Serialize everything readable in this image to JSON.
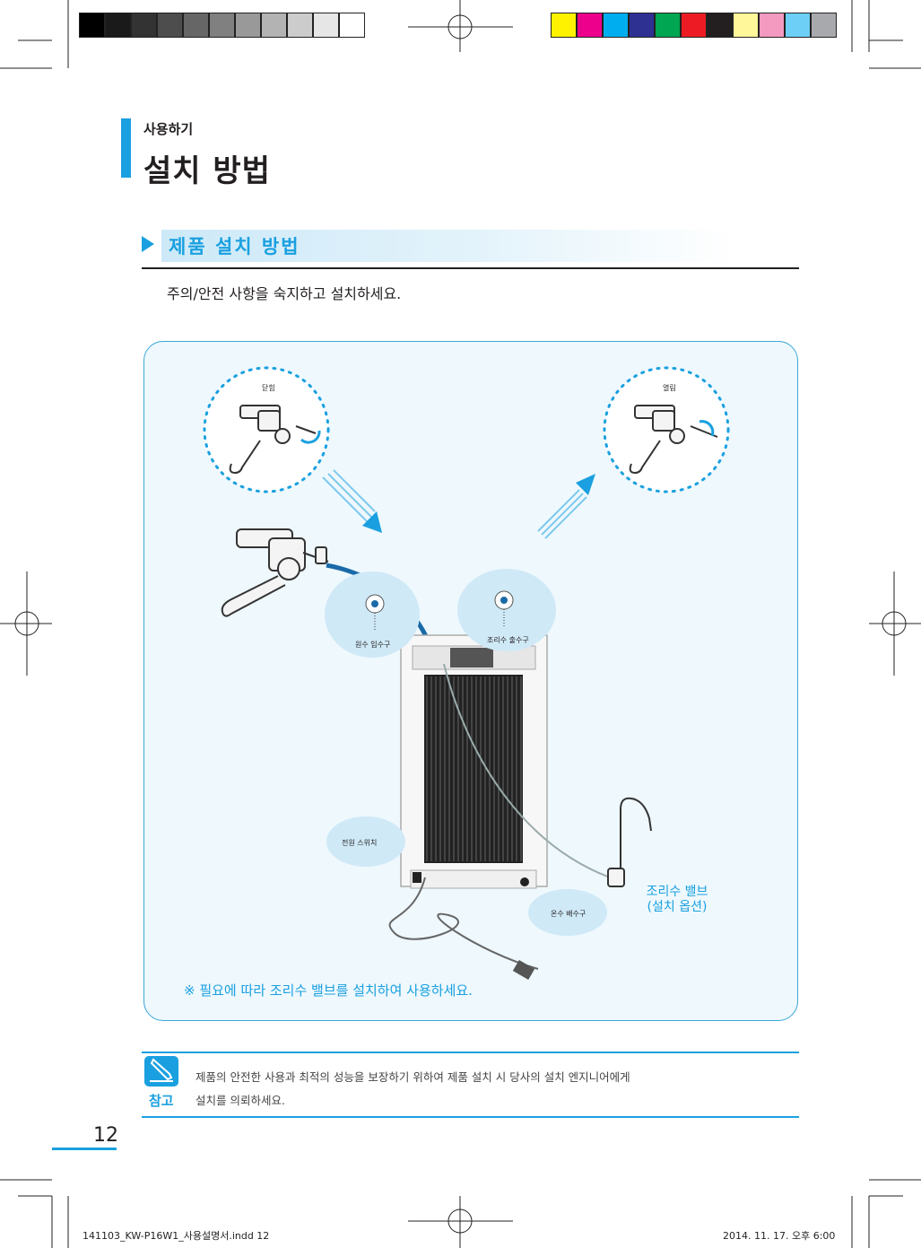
{
  "header": {
    "section_small": "사용하기",
    "section_title": "설치 방법"
  },
  "subsection": {
    "title": "제품 설치 방법"
  },
  "intro_text": "주의/안전 사항을 숙지하고 설치하세요.",
  "diagram": {
    "closed_label": "닫힘",
    "open_label": "열림",
    "raw_water_inlet_label": "원수 입수구",
    "cooking_water_outlet_label": "조리수 출수구",
    "power_switch_label": "전원 스위치",
    "hot_water_drain_label": "온수 배수구",
    "cooking_valve_line1": "조리수 밸브",
    "cooking_valve_line2": "(설치 옵션)",
    "note": "※ 필요에 따라 조리수 밸브를 설치하여 사용하세요."
  },
  "reference": {
    "icon": "pencil-note-icon",
    "label": "참고",
    "line1": "제품의 안전한 사용과 최적의 성능을 보장하기 위하여 제품 설치 시 당사의 설치 엔지니어에게",
    "line2": "설치를 의뢰하세요."
  },
  "page_number": "12",
  "footer": {
    "file": "141103_KW-P16W1_사용설명서.indd   12",
    "date": "2014. 11. 17.   오후 6:00"
  },
  "colors": {
    "accent": "#1aa0e0",
    "diagram_bg": "#eef8fd",
    "text": "#231f20",
    "gray_bars": [
      "#000000",
      "#1a1a1a",
      "#333333",
      "#4d4d4d",
      "#666666",
      "#808080",
      "#999999",
      "#b3b3b3",
      "#cccccc",
      "#e6e6e6",
      "#ffffff"
    ],
    "color_bars": [
      "#fff200",
      "#ec008c",
      "#00aeef",
      "#2e3192",
      "#00a651",
      "#ed1c24",
      "#231f20",
      "#fff799",
      "#f49ac1",
      "#6dcff6",
      "#a7a9ac"
    ]
  }
}
